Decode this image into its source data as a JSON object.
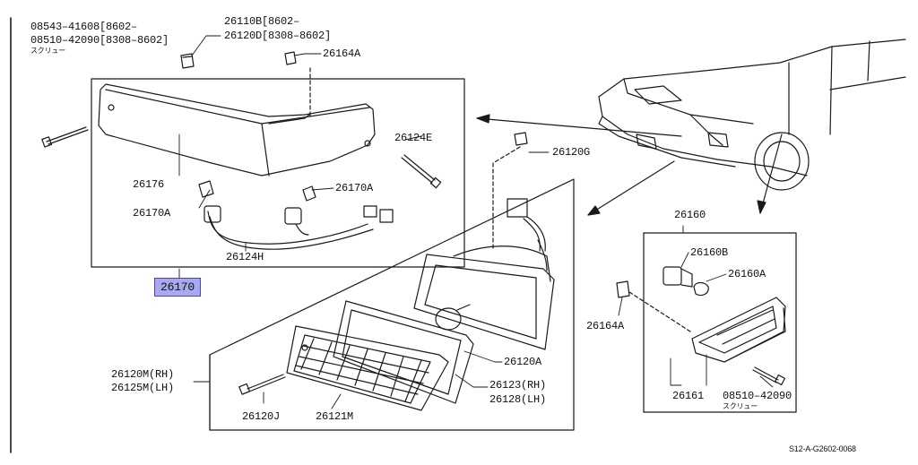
{
  "labels": {
    "top_left_l1": "08543–41608[8602–",
    "top_left_l2": "08510–42090[8308–8602]",
    "top_left_sub": "スクリュー",
    "clip_l1": "26110B[8602–",
    "clip_l2": "26120D[8308–8602]",
    "grommet_top": "26164A",
    "lamp_housing": "26176",
    "screw_right": "26124E",
    "bracket_right": "26170A",
    "bracket_left": "26170A",
    "harness": "26124H",
    "assembly": "26170",
    "clip_mid": "26120G",
    "side_assy": "26160",
    "side_bulb": "26160B",
    "side_socket": "26160A",
    "grommet_side": "26164A",
    "side_lens": "26161",
    "side_screw": "08510–42090",
    "side_screw_sub": "スクリュー",
    "front_rh": "26120M(RH)",
    "front_lh": "26125M(LH)",
    "reflector": "26120A",
    "gasket_rh": "26123(RH)",
    "gasket_lh": "26128(LH)",
    "front_screw": "26120J",
    "front_lens": "26121M",
    "reference": "S12-A-G2602-0068"
  },
  "colors": {
    "line": "#1a1a1a",
    "highlight": "#a9a9ef"
  }
}
